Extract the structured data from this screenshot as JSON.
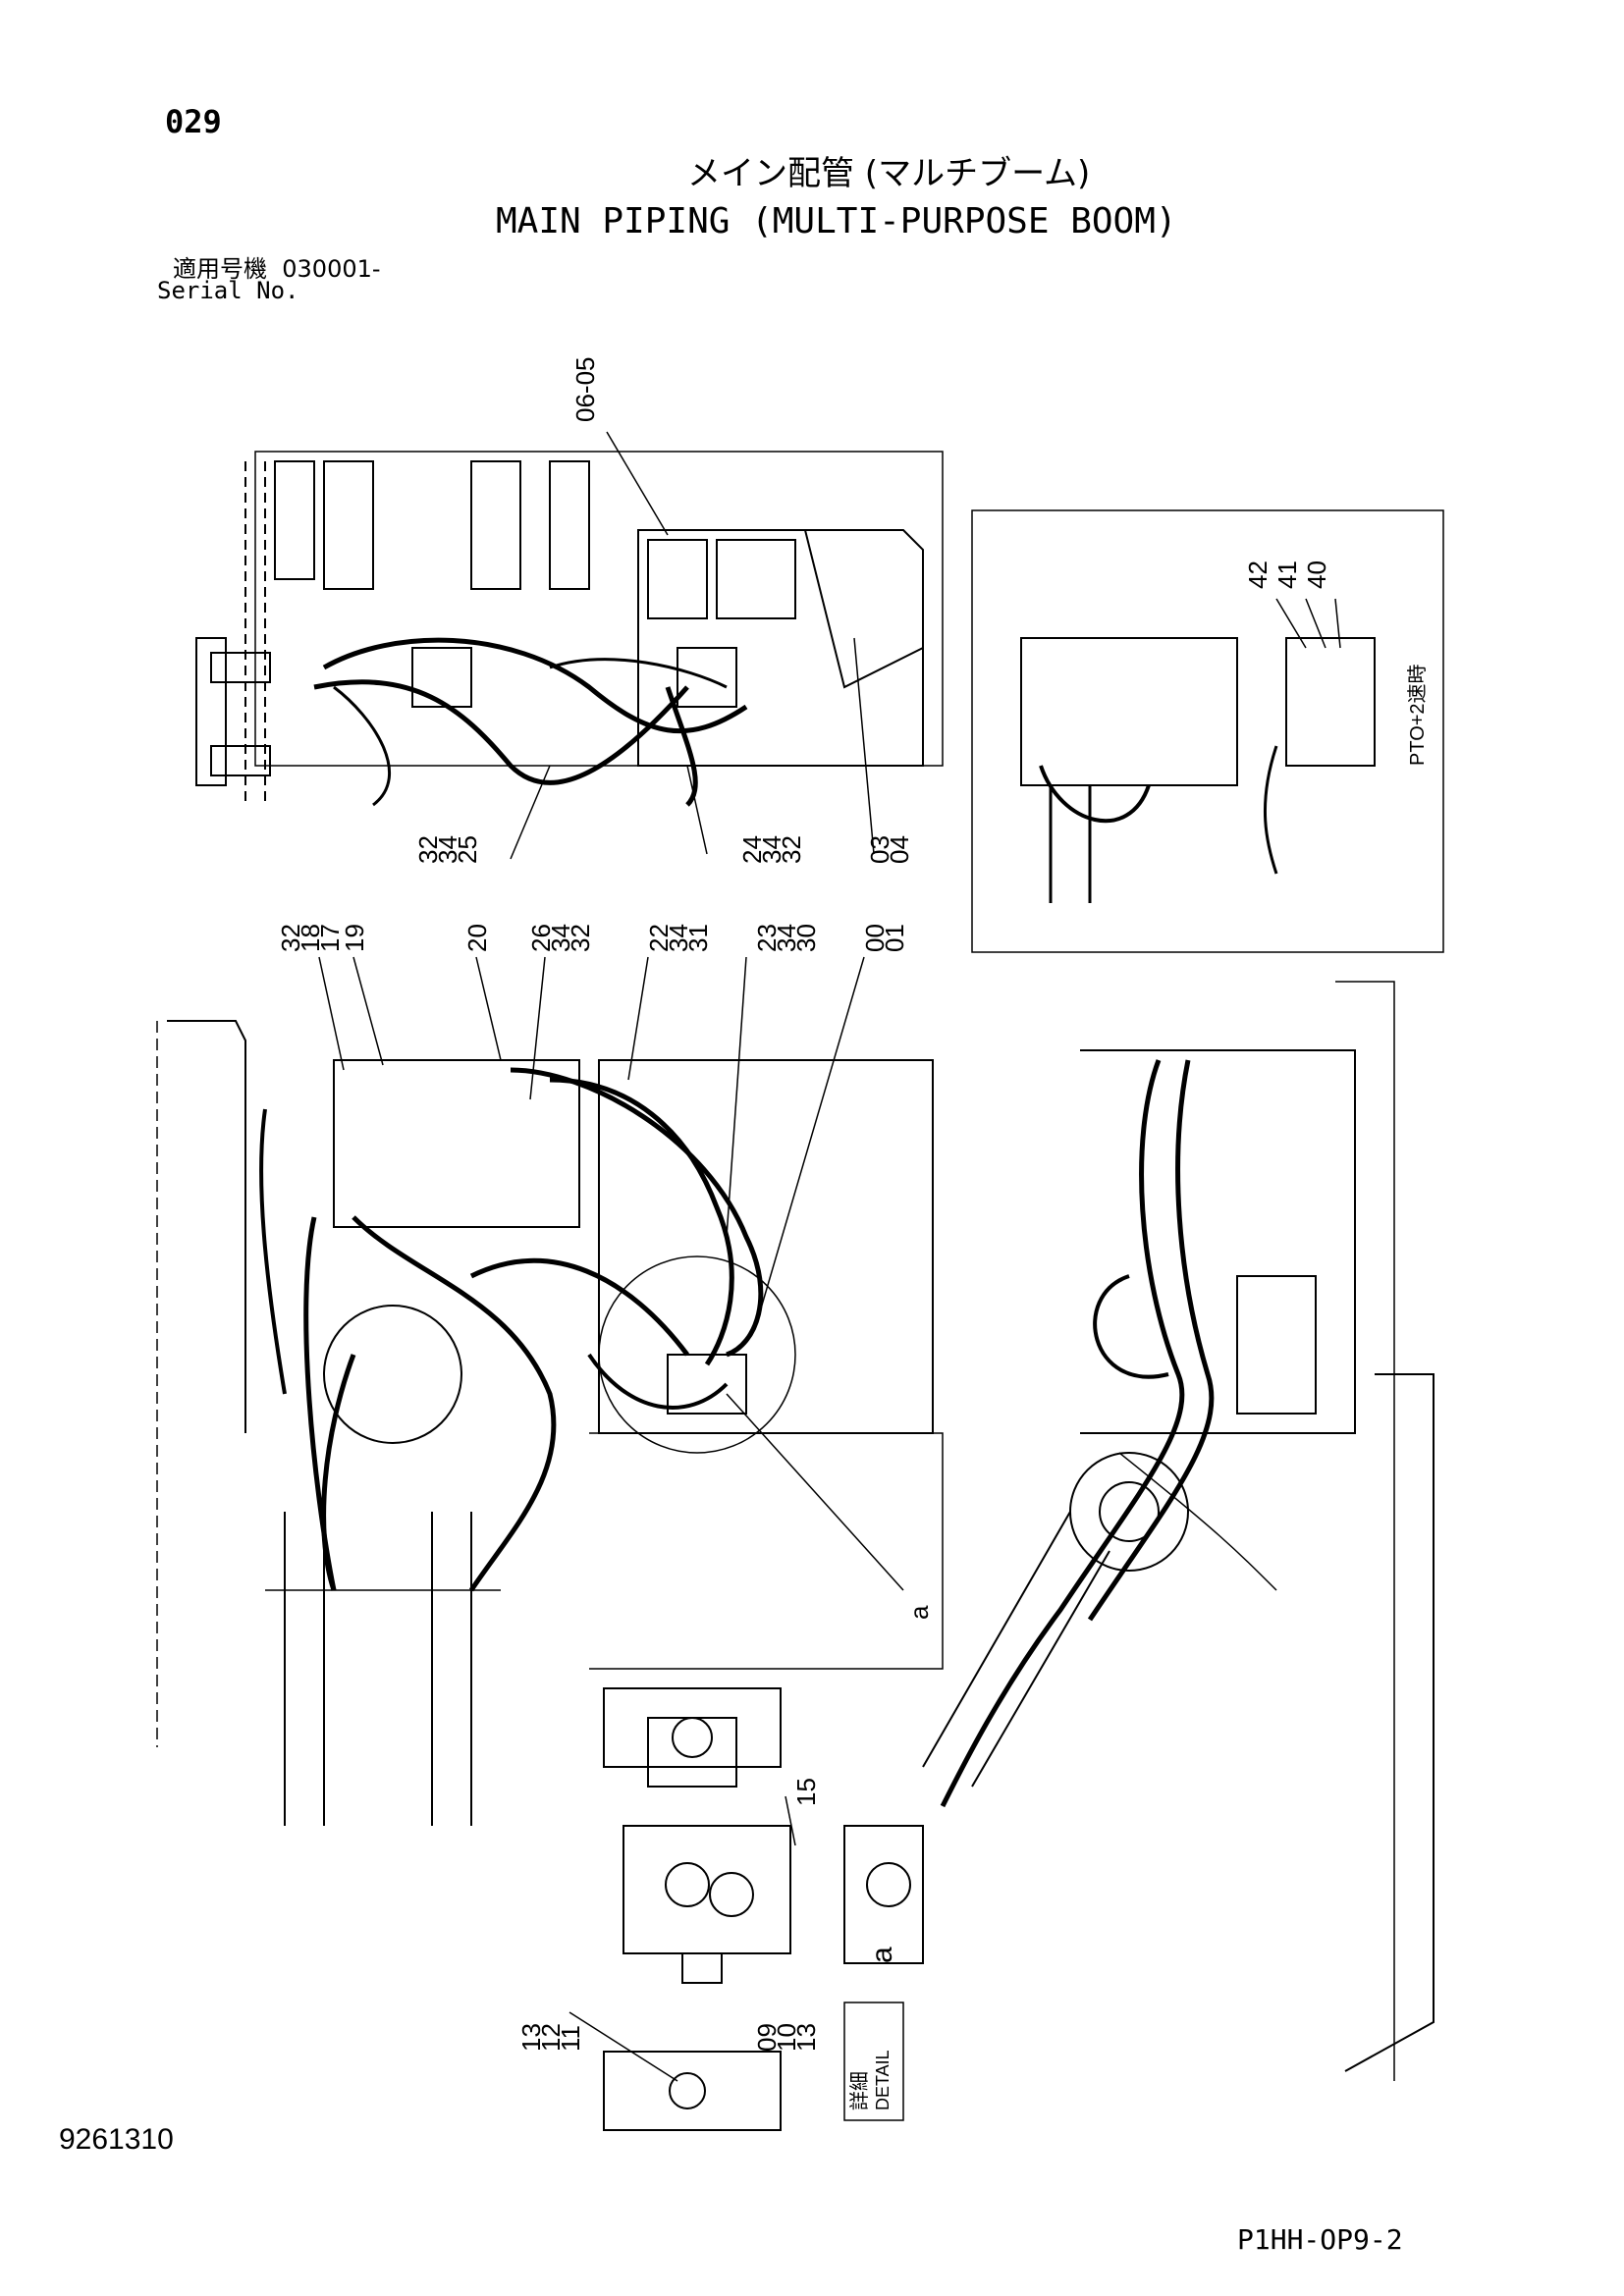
{
  "header": {
    "page_number": "029",
    "title_jp": "メイン配管 (マルチブーム)",
    "title_en": "MAIN PIPING (MULTI-PURPOSE BOOM)",
    "serial_label_jp": "適用号機",
    "serial_value": "030001-",
    "serial_label_en": "Serial No."
  },
  "callouts": {
    "top_left": [
      "06",
      "05"
    ],
    "top_bottom": [
      [
        "32",
        "34",
        "25"
      ],
      [
        "24",
        "34",
        "32"
      ],
      [
        "03",
        "04"
      ]
    ],
    "inset": [
      "42",
      "41",
      "40"
    ],
    "inset_note": "PTO+2速時",
    "mid_top": [
      [
        "32",
        "18",
        "17"
      ],
      [
        "19"
      ],
      [
        "20"
      ],
      [
        "26",
        "34",
        "32"
      ],
      [
        "22",
        "34",
        "31"
      ],
      [
        "23",
        "34",
        "30"
      ],
      [
        "00",
        "01"
      ]
    ],
    "detail_ref": "a",
    "detail_15": "15",
    "detail_bottom": [
      [
        "13",
        "12",
        "11"
      ],
      [
        "09",
        "10",
        "13"
      ]
    ],
    "detail_label_jp": "詳細",
    "detail_label_en": "DETAIL",
    "detail_letter": "a"
  },
  "footer": {
    "drawing_number": "9261310",
    "page_code": "P1HH-OP9-2"
  }
}
